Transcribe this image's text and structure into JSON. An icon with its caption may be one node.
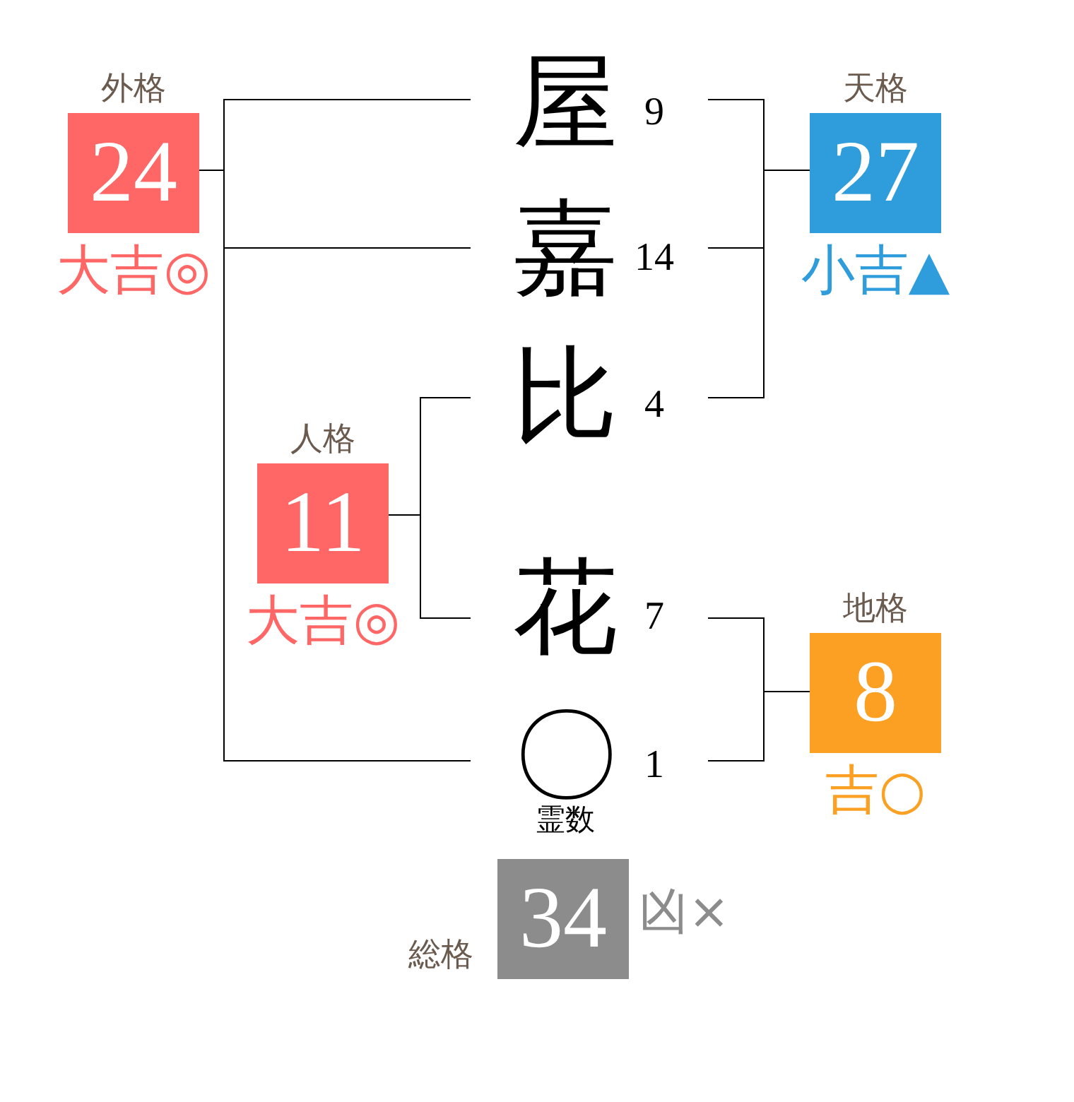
{
  "diagram": {
    "nodes": [
      {
        "text": [
          "外格",
          "24"
        ],
        "beside": [
          "大吉◎"
        ]
      },
      {
        "text": [
          "屋"
        ],
        "beside": [
          "9"
        ]
      },
      {
        "text": [
          "天格",
          "27"
        ],
        "beside": [
          "小吉▲"
        ]
      },
      {
        "text": [
          "嘉"
        ],
        "beside": [
          "14"
        ]
      },
      {
        "text": [
          "比"
        ],
        "beside": [
          "4"
        ]
      },
      {
        "text": [
          "人格",
          "11"
        ],
        "beside": [
          "大吉◎"
        ]
      },
      {
        "text": [
          "花"
        ],
        "beside": [
          "7"
        ]
      },
      {
        "text": [
          "地格",
          "8"
        ],
        "beside": [
          "吉○"
        ]
      },
      {
        "text": [
          "〇"
        ],
        "beside": [
          "1",
          "霊数"
        ]
      },
      {
        "text": [
          "総格",
          "34"
        ],
        "beside": [
          "凶×"
        ]
      }
    ],
    "edges": [
      {
        "from": 1,
        "to": 0,
        "arrow": "none"
      },
      {
        "from": 3,
        "to": 0,
        "arrow": "none"
      },
      {
        "from": 8,
        "to": 0,
        "arrow": "none"
      },
      {
        "from": 1,
        "to": 2,
        "arrow": "none"
      },
      {
        "from": 3,
        "to": 2,
        "arrow": "none"
      },
      {
        "from": 4,
        "to": 2,
        "arrow": "none"
      },
      {
        "from": 4,
        "to": 5,
        "arrow": "none"
      },
      {
        "from": 6,
        "to": 5,
        "arrow": "none"
      },
      {
        "from": 6,
        "to": 7,
        "arrow": "none"
      },
      {
        "from": 8,
        "to": 7,
        "arrow": "none"
      }
    ]
  }
}
